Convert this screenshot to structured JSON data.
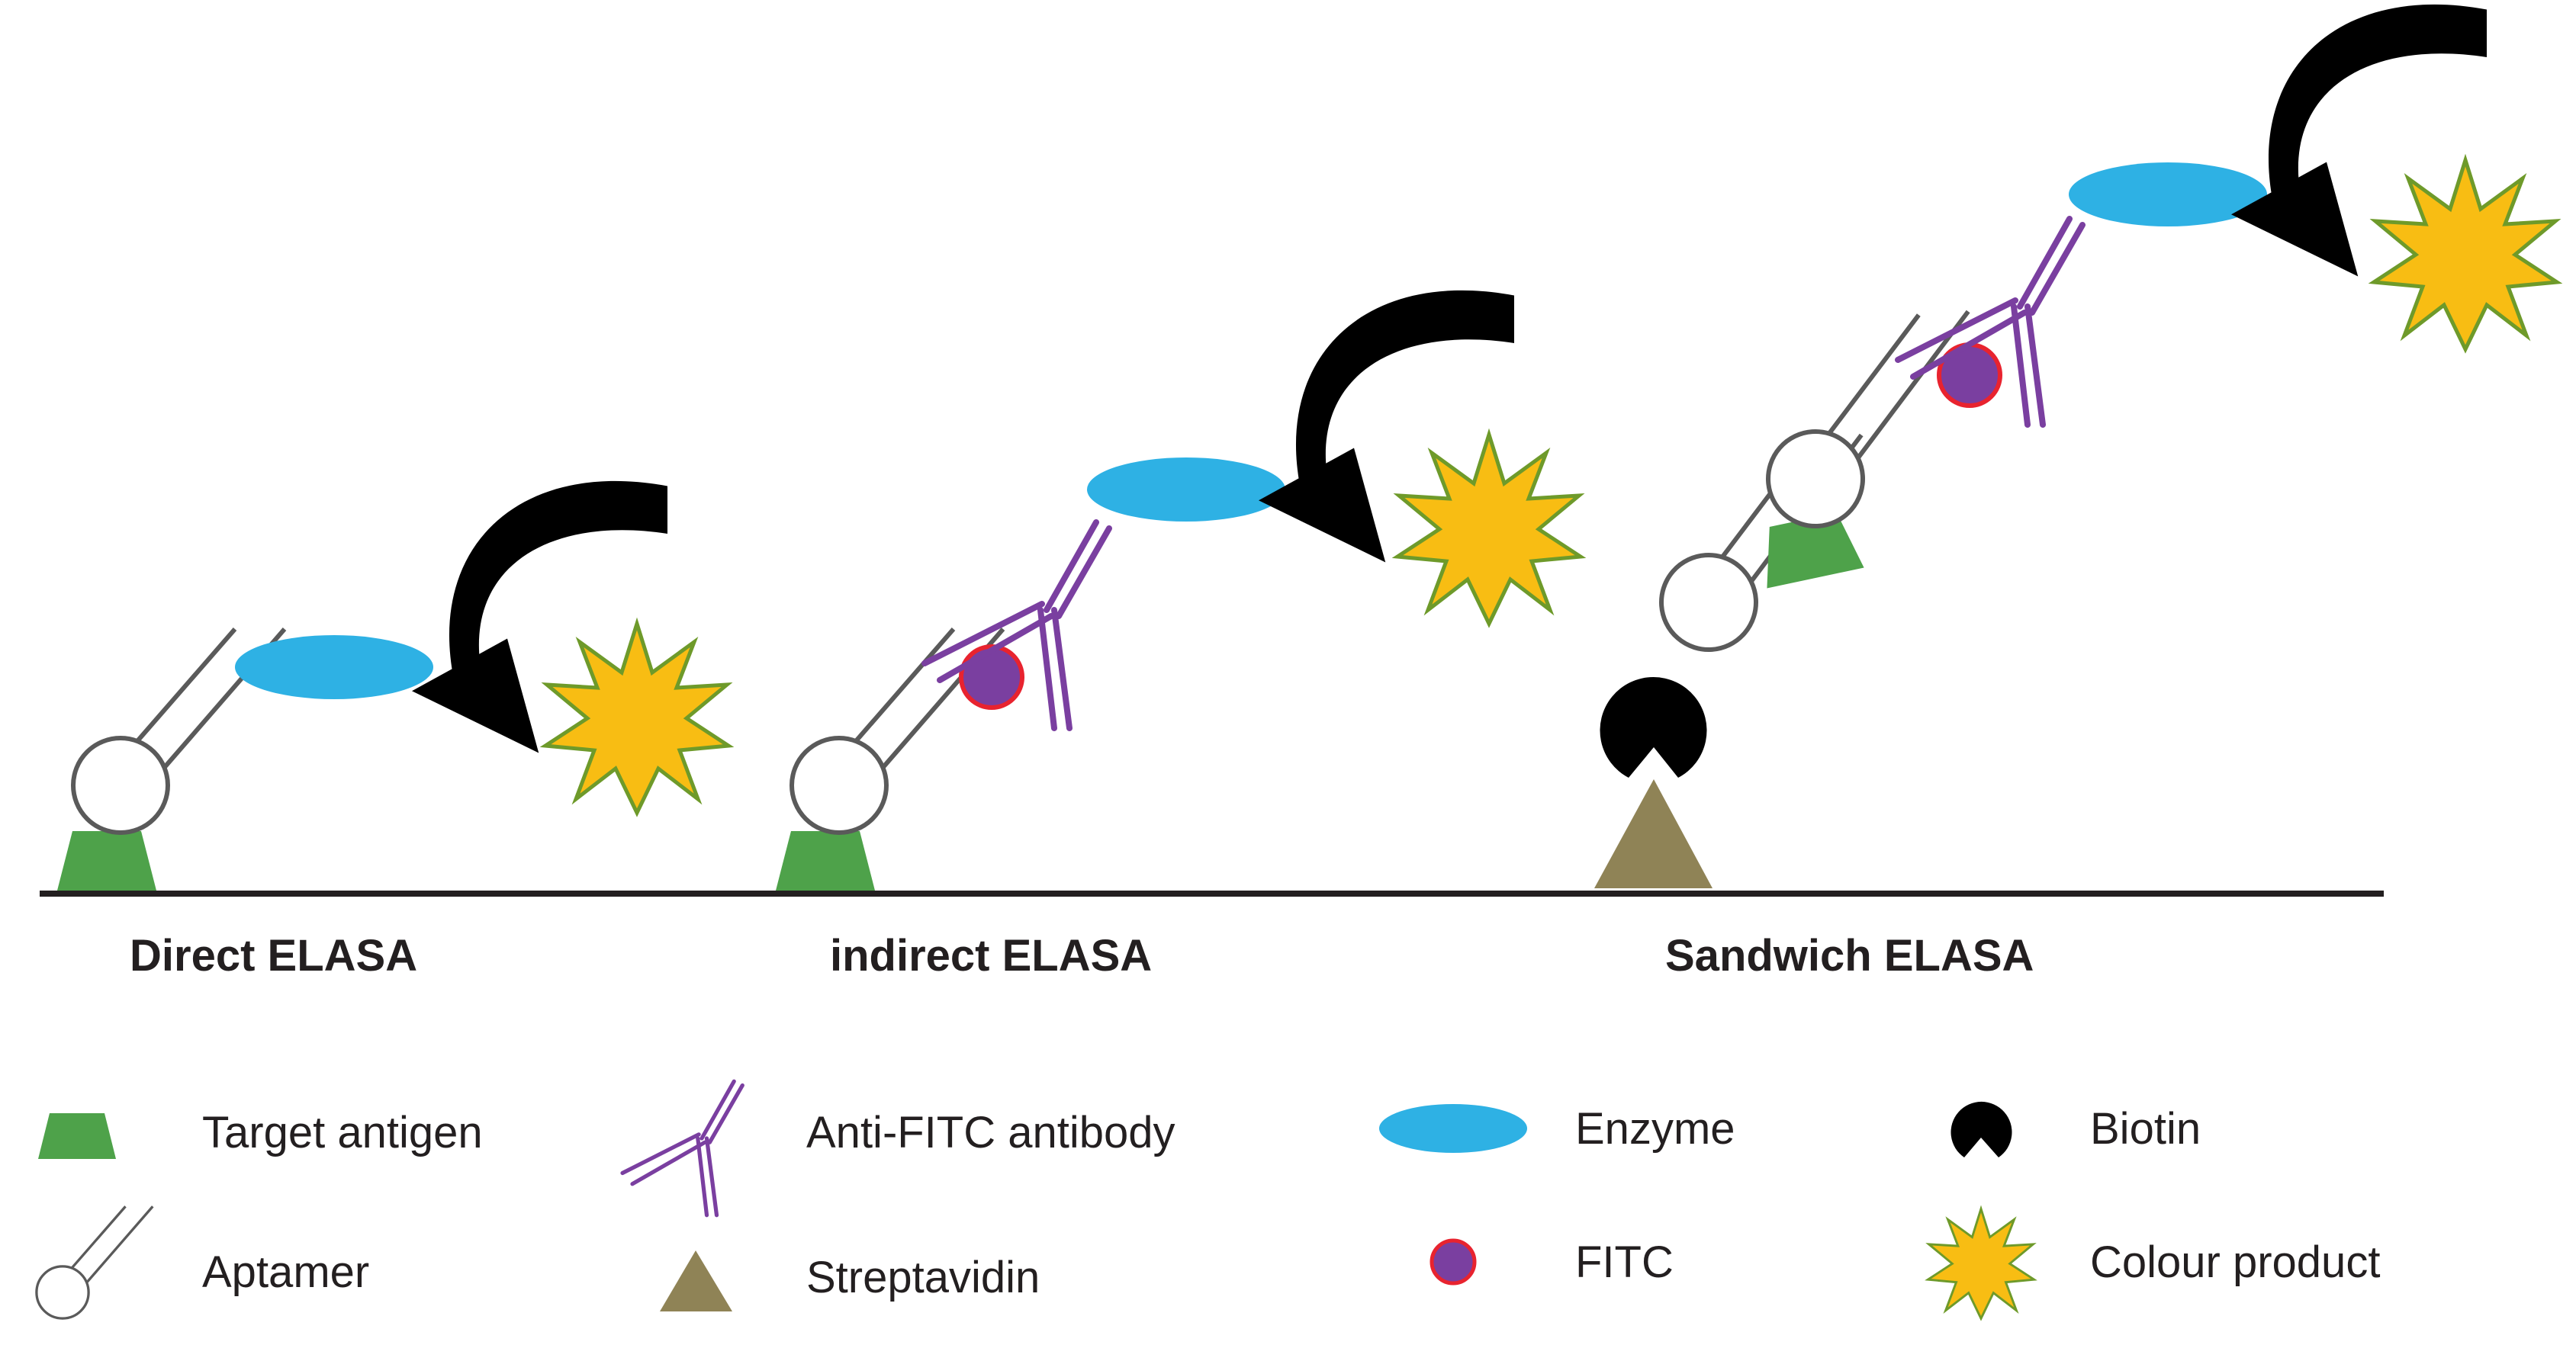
{
  "titles": {
    "direct": "Direct ELASA",
    "indirect": "indirect ELASA",
    "sandwich": "Sandwich ELASA"
  },
  "legend": {
    "target_antigen": "Target antigen",
    "aptamer": "Aptamer",
    "anti_fitc_antibody": "Anti-FITC antibody",
    "streptavidin": "Streptavidin",
    "enzyme": "Enzyme",
    "fitc": "FITC",
    "biotin": "Biotin",
    "colour_product": "Colour product"
  },
  "colors": {
    "target_antigen": "#4ea24a",
    "enzyme": "#2eb1e4",
    "antibody": "#7a3fa0",
    "fitc_fill": "#7a3fa0",
    "fitc_ring": "#e8232f",
    "streptavidin": "#8f8356",
    "biotin": "#000000",
    "colour_product_fill": "#f8bd13",
    "colour_product_stroke": "#6e9a2a",
    "aptamer_stroke": "#5a5a5a",
    "arrow": "#000000",
    "baseline": "#231f20"
  }
}
